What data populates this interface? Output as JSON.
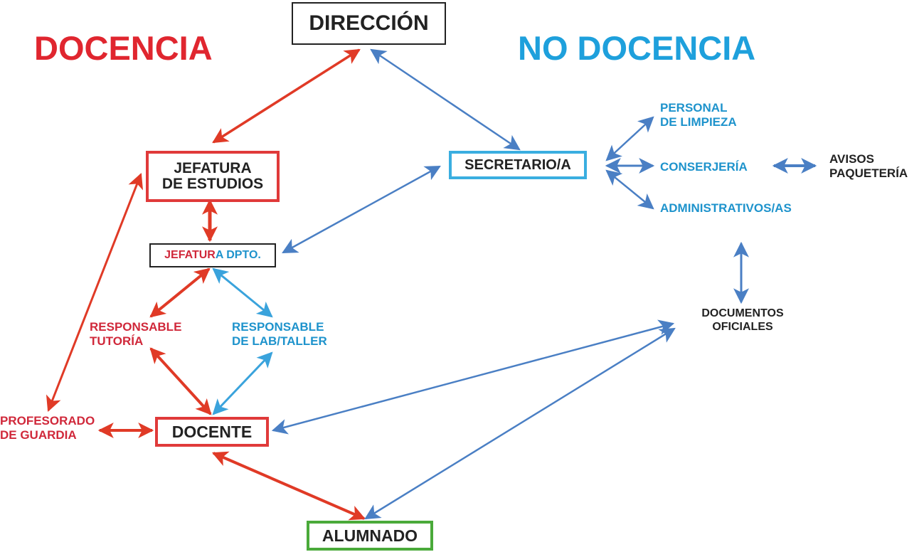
{
  "headings": {
    "docencia": "DOCENCIA",
    "no_docencia": "NO DOCENCIA"
  },
  "nodes": {
    "direccion": "DIRECCIÓN",
    "jefatura_estudios": [
      "JEFATURA",
      "DE ESTUDIOS"
    ],
    "jefatura_dpto": {
      "red_part": "JEFATUR",
      "blue_part": "A DPTO."
    },
    "responsable_tutoria": [
      "RESPONSABLE",
      "TUTORÍA"
    ],
    "responsable_lab": [
      "RESPONSABLE",
      "DE LAB/TALLER"
    ],
    "profesorado_guardia": [
      "PROFESORADO",
      "DE GUARDIA"
    ],
    "docente": "DOCENTE",
    "alumnado": "ALUMNADO",
    "secretario": "SECRETARIO/A",
    "personal_limpieza": [
      "PERSONAL",
      "DE LIMPIEZA"
    ],
    "conserjeria": "CONSERJERÍA",
    "administrativos": "ADMINISTRATIVOS/AS",
    "avisos_paqueteria": [
      "AVISOS",
      "PAQUETERÍA"
    ],
    "documentos_oficiales": [
      "DOCUMENTOS",
      "OFICIALES"
    ]
  },
  "colors": {
    "docencia_red": "#e0262f",
    "arrow_red": "#e03a26",
    "no_docencia_blue": "#1ea0dc",
    "arrow_blue": "#4a7fc4",
    "arrow_light_blue": "#3aa3dc",
    "label_red": "#d0283a",
    "label_blue": "#1e93cc",
    "alumnado_green": "#4aaa3a",
    "dark_text": "#222222"
  },
  "edges": [
    {
      "from": "direccion",
      "to": "jefatura_estudios",
      "color": "arrow_red"
    },
    {
      "from": "direccion",
      "to": "secretario",
      "color": "arrow_blue"
    },
    {
      "from": "jefatura_estudios",
      "to": "jefatura_dpto",
      "color": "arrow_red"
    },
    {
      "from": "jefatura_estudios",
      "to": "profesorado_guardia",
      "color": "arrow_red"
    },
    {
      "from": "secretario",
      "to": "jefatura_dpto",
      "color": "arrow_blue"
    },
    {
      "from": "jefatura_dpto",
      "to": "responsable_tutoria",
      "color": "arrow_red"
    },
    {
      "from": "jefatura_dpto",
      "to": "responsable_lab",
      "color": "arrow_light_blue"
    },
    {
      "from": "responsable_tutoria",
      "to": "docente",
      "color": "arrow_red"
    },
    {
      "from": "responsable_lab",
      "to": "docente",
      "color": "arrow_light_blue"
    },
    {
      "from": "profesorado_guardia",
      "to": "docente",
      "color": "arrow_red"
    },
    {
      "from": "docente",
      "to": "alumnado",
      "color": "arrow_red"
    },
    {
      "from": "docente",
      "to": "documentos_oficiales",
      "color": "arrow_blue"
    },
    {
      "from": "alumnado",
      "to": "documentos_oficiales",
      "color": "arrow_blue"
    },
    {
      "from": "secretario",
      "to": "personal_limpieza",
      "color": "arrow_blue"
    },
    {
      "from": "secretario",
      "to": "conserjeria",
      "color": "arrow_blue"
    },
    {
      "from": "secretario",
      "to": "administrativos",
      "color": "arrow_blue"
    },
    {
      "from": "conserjeria",
      "to": "avisos_paqueteria",
      "color": "arrow_blue"
    },
    {
      "from": "administrativos",
      "to": "documentos_oficiales",
      "color": "arrow_blue"
    }
  ]
}
